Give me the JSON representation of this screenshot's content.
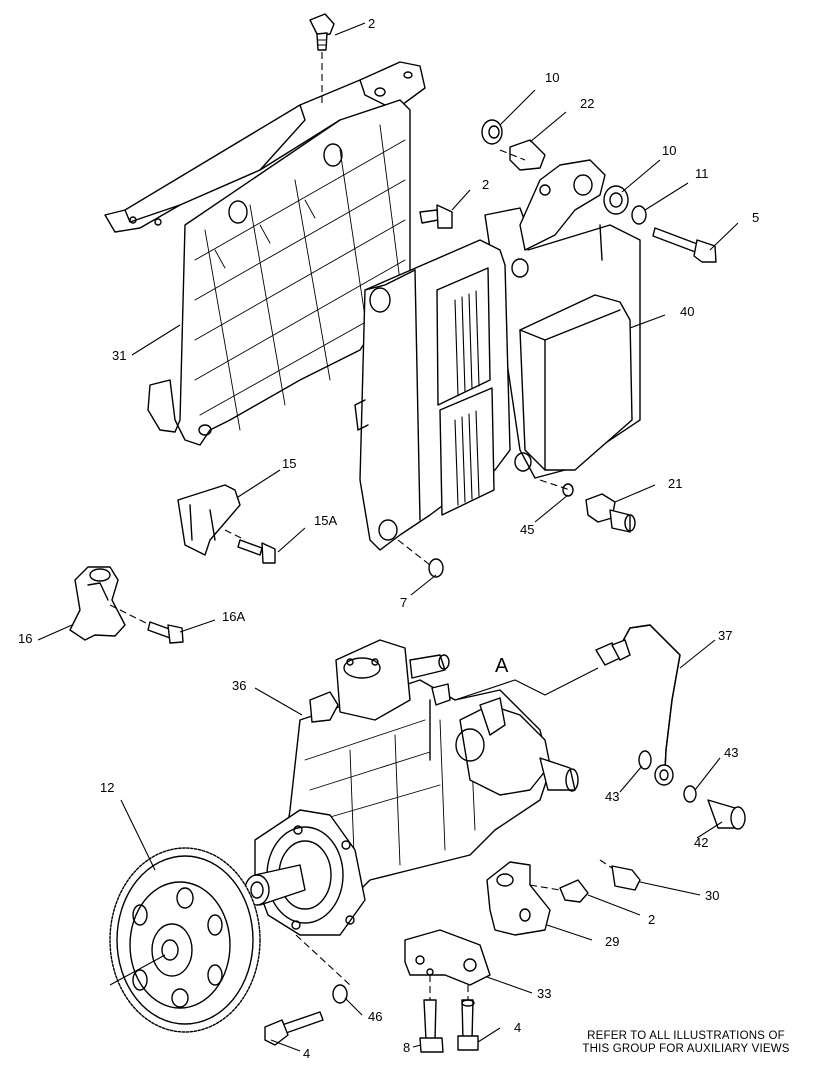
{
  "callouts": {
    "c2_top": "2",
    "c10_top": "10",
    "c22": "22",
    "c10_mid": "10",
    "c11": "11",
    "c2_mid": "2",
    "c5": "5",
    "c40": "40",
    "c31": "31",
    "c15": "15",
    "c15a": "15A",
    "c21": "21",
    "c45": "45",
    "c7": "7",
    "c16a": "16A",
    "c16": "16",
    "c37": "37",
    "c36": "36",
    "c43_right": "43",
    "c43_left": "43",
    "c42": "42",
    "c12": "12",
    "c30": "30",
    "c2_low": "2",
    "c29": "29",
    "c33": "33",
    "c46": "46",
    "c4_right": "4",
    "c8": "8",
    "c4_left": "4"
  },
  "view_label": "A",
  "note": {
    "line1": "REFER TO ALL ILLUSTRATIONS OF",
    "line2": "THIS GROUP FOR AUXILIARY VIEWS"
  }
}
